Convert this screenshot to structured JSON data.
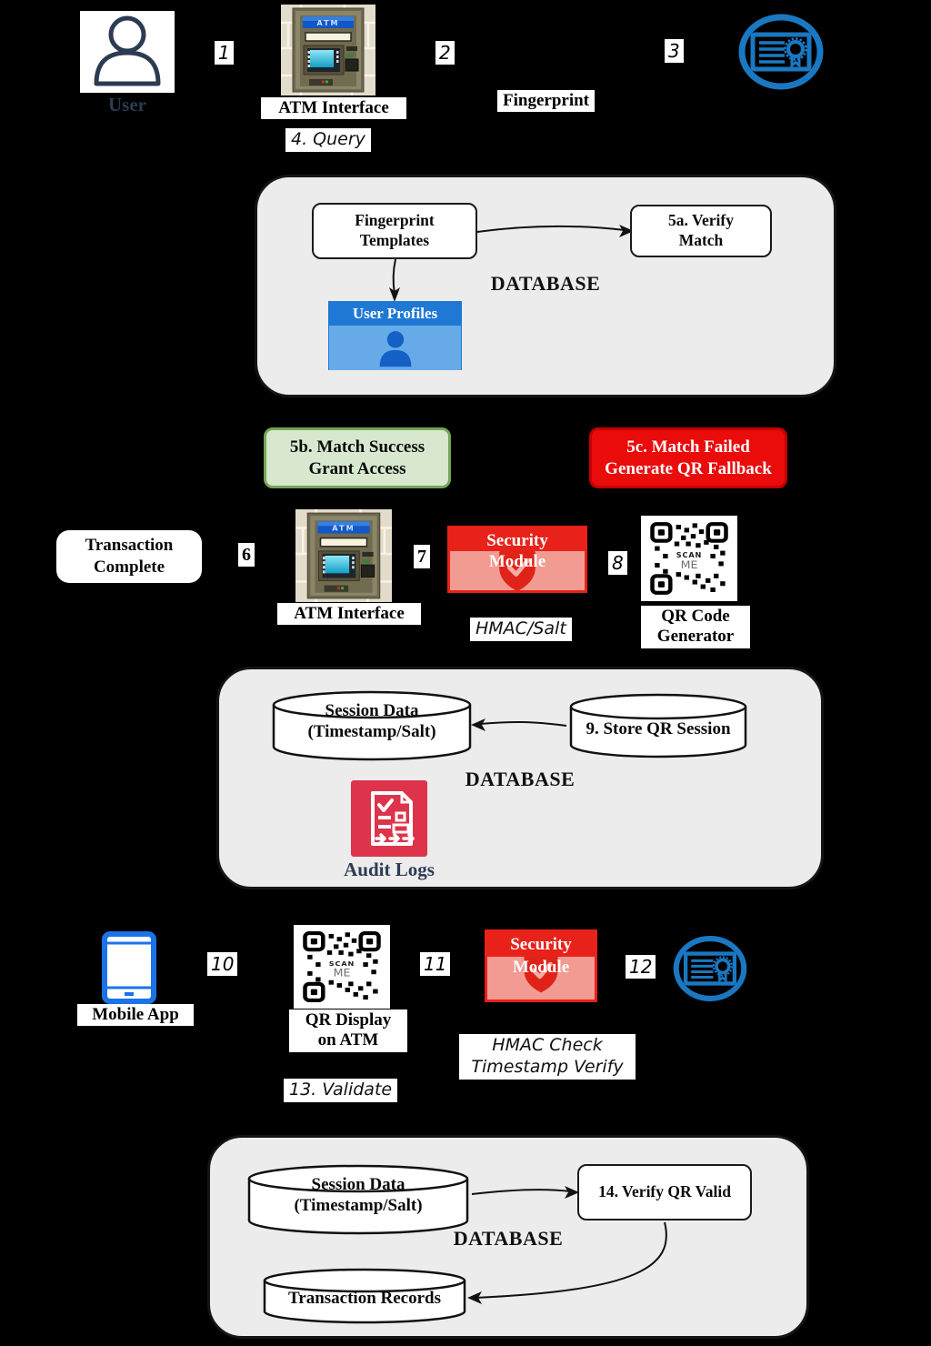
{
  "palette": {
    "background": "#000000",
    "panel_fill": "#ececec",
    "success_fill": "#d7e8cf",
    "success_border": "#75a555",
    "fail_fill": "#ea0b0b",
    "security_red": "#e8221a",
    "security_pink": "#f29b93",
    "audit_red": "#dd344c",
    "cert_blue": "#1a78c2",
    "mobile_blue": "#1a73e8",
    "profile_header_blue": "#1f78d4",
    "profile_body_blue": "#66abe8",
    "navy_text": "#2d3b52"
  },
  "icons": {
    "atm_sign": "ATM",
    "qr_scan": "SCAN",
    "qr_me": "ME"
  },
  "steps": {
    "s1": "1",
    "s2": "2",
    "s3": "3",
    "s6": "6",
    "s7": "7",
    "s8": "8",
    "s10": "10",
    "s11": "11",
    "s12": "12"
  },
  "row1": {
    "user_label": "User",
    "atm_label": "ATM Interface",
    "query_note": "4. Query",
    "fingerprint_note": "Fingerprint"
  },
  "db1": {
    "title": "DATABASE",
    "fingerprint_templates": "Fingerprint Templates",
    "verify_match": "5a. Verify Match",
    "user_profiles": "User Profiles"
  },
  "branch": {
    "success_line1": "5b. Match Success",
    "success_line2": "Grant Access",
    "fail_line1": "5c. Match Failed",
    "fail_line2": "Generate QR Fallback"
  },
  "row2": {
    "transaction_line1": "Transaction",
    "transaction_line2": "Complete",
    "atm_label": "ATM Interface",
    "security_line1": "Security",
    "security_line2": "Module",
    "hmac_note": "HMAC/Salt",
    "qr_label_line1": "QR Code",
    "qr_label_line2": "Generator"
  },
  "db2": {
    "title": "DATABASE",
    "session_line1": "Session Data",
    "session_line2": "(Timestamp/Salt)",
    "store_session": "9. Store QR Session",
    "audit_label": "Audit Logs"
  },
  "row3": {
    "mobile_label": "Mobile App",
    "qr_display_line1": "QR Display",
    "qr_display_line2": "on ATM",
    "validate_note": "13. Validate",
    "security_line1": "Security",
    "security_line2": "Module",
    "hmac_check_line1": "HMAC Check",
    "hmac_check_line2": "Timestamp Verify"
  },
  "db3": {
    "title": "DATABASE",
    "session_line1": "Session Data",
    "session_line2": "(Timestamp/Salt)",
    "verify_qr": "14. Verify QR Valid",
    "transaction_records": "Transaction Records"
  }
}
